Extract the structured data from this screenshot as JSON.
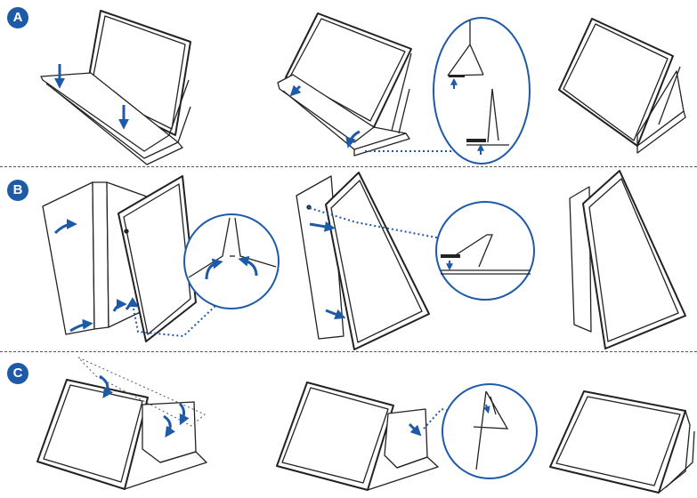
{
  "sections": [
    {
      "label": "A"
    },
    {
      "label": "B"
    },
    {
      "label": "C"
    }
  ],
  "colors": {
    "badge": "#1d5aa8",
    "arrow": "#1d5aa8",
    "line": "#222222",
    "divider": "#555555"
  }
}
